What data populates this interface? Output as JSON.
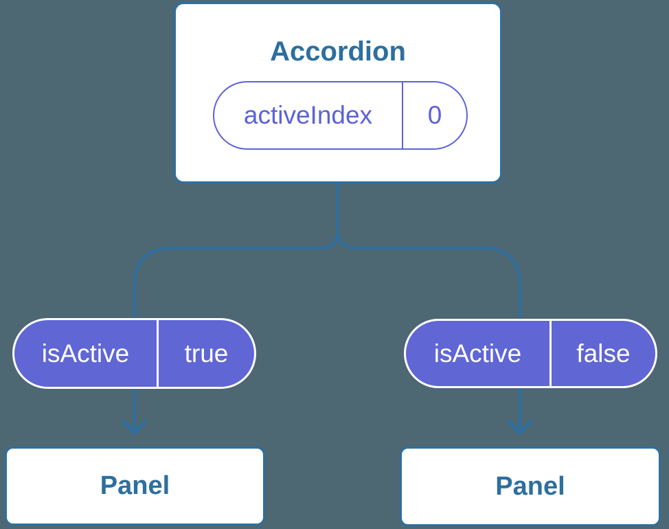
{
  "colors": {
    "background": "#4d6773",
    "line_blue": "#2e6f9f",
    "text_blue": "#2d6f9e",
    "indigo": "#5c61d8",
    "pill_fill": "#6066d4",
    "node_bg": "#ffffff",
    "white": "#ffffff"
  },
  "tree": {
    "root": {
      "title": "Accordion",
      "state_pill": {
        "label": "activeIndex",
        "value": "0"
      }
    },
    "branches": [
      {
        "prop_pill": {
          "label": "isActive",
          "value": "true"
        },
        "child_title": "Panel"
      },
      {
        "prop_pill": {
          "label": "isActive",
          "value": "false"
        },
        "child_title": "Panel"
      }
    ]
  }
}
